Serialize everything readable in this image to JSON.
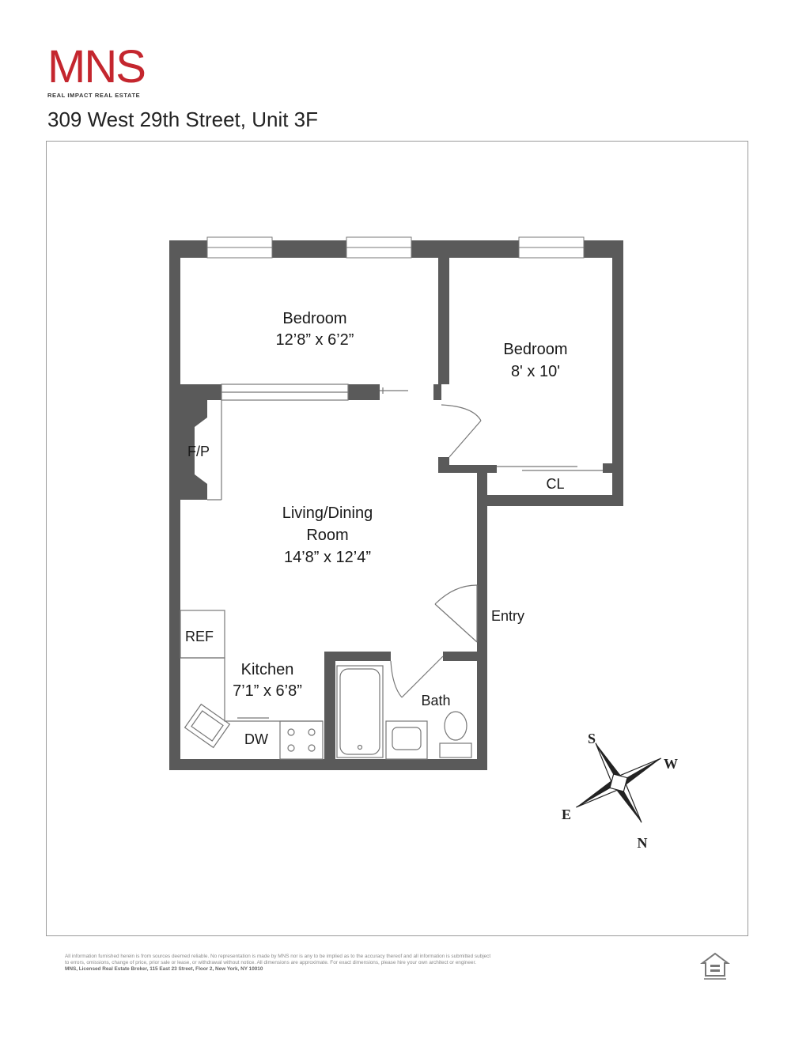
{
  "logo": {
    "mark": "MNS",
    "tagline": "REAL IMPACT REAL ESTATE",
    "color": "#c4262e"
  },
  "address": "309 West 29th Street, Unit 3F",
  "rooms": {
    "bedroom1": {
      "name": "Bedroom",
      "size": "12’8” x 6’2”"
    },
    "bedroom2": {
      "name": "Bedroom",
      "size": "8' x 10'"
    },
    "living": {
      "name_line1": "Living/Dining",
      "name_line2": "Room",
      "size": "14’8” x 12’4”"
    },
    "kitchen": {
      "name": "Kitchen",
      "size": "7’1” x 6’8”"
    },
    "bath": {
      "name": "Bath"
    },
    "closet": {
      "name": "CL"
    },
    "fireplace": {
      "name": "F/P"
    },
    "refrigerator": {
      "name": "REF"
    },
    "dishwasher": {
      "name": "DW"
    },
    "entry": {
      "name": "Entry"
    }
  },
  "compass": {
    "north": "N",
    "south": "S",
    "east": "E",
    "west": "W"
  },
  "disclaimer": {
    "line1": "All information furnished herein is from sources deemed reliable. No representation is made by MNS nor is any to be implied as to the accuracy thereof and all information is submitted subject",
    "line2": "to errors, omissions, change of price, prior sale or lease, or withdrawal without notice. All dimensions are approximate. For exact dimensions, please hire your own architect or engineer.",
    "line3": "MNS, Licensed Real Estate Broker, 115 East 23 Street, Floor 2, New York, NY 10010"
  },
  "colors": {
    "wall": "#5a5a5a",
    "frame": "#9a9a9a"
  }
}
